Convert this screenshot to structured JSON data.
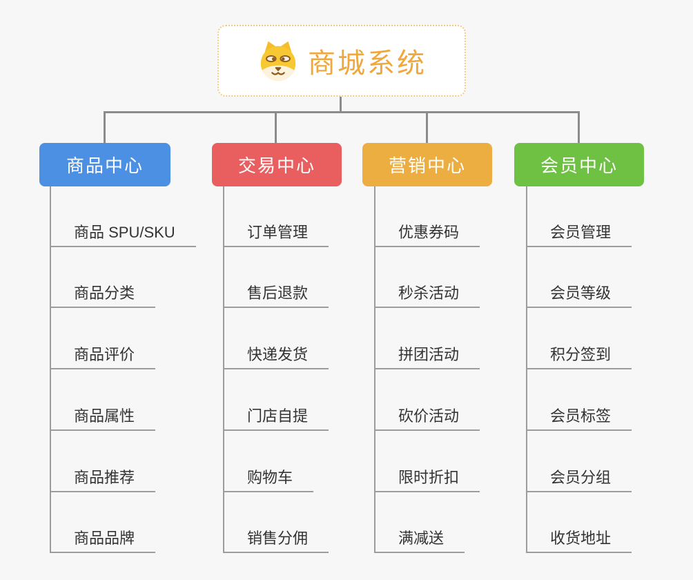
{
  "root": {
    "label": "商城系统",
    "icon": "doge-dog-face-icon",
    "text_color": "#f0a73c",
    "border_color": "#f6c87e"
  },
  "connector_color": "#8b8b8b",
  "line_color": "#9c9c9c",
  "branches": [
    {
      "label": "商品中心",
      "color": "#4b90e2",
      "children": [
        "商品 SPU/SKU",
        "商品分类",
        "商品评价",
        "商品属性",
        "商品推荐",
        "商品品牌"
      ]
    },
    {
      "label": "交易中心",
      "color": "#e95f5f",
      "children": [
        "订单管理",
        "售后退款",
        "快递发货",
        "门店自提",
        "购物车",
        "销售分佣"
      ]
    },
    {
      "label": "营销中心",
      "color": "#ecad41",
      "children": [
        "优惠券码",
        "秒杀活动",
        "拼团活动",
        "砍价活动",
        "限时折扣",
        "满减送"
      ]
    },
    {
      "label": "会员中心",
      "color": "#6ec143",
      "children": [
        "会员管理",
        "会员等级",
        "积分签到",
        "会员标签",
        "会员分组",
        "收货地址"
      ]
    }
  ]
}
